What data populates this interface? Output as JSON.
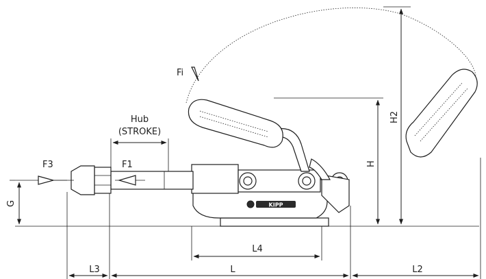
{
  "labels": {
    "fi": "Fi",
    "hub": "Hub",
    "stroke": "(STROKE)",
    "f3": "F3",
    "f1": "F1",
    "g": "G",
    "h": "H",
    "h2": "H2",
    "l4": "L4",
    "l3": "L3",
    "l": "L",
    "l2": "L2"
  },
  "logo": {
    "text": "KIPP",
    "accent": "#2b2b2b"
  }
}
